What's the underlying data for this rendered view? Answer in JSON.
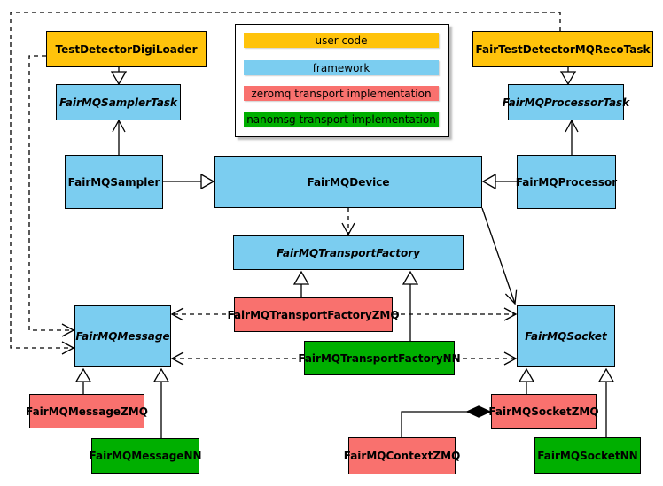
{
  "legend": {
    "items": [
      {
        "label": "user code",
        "color": "#FFC30B"
      },
      {
        "label": "framework",
        "color": "#7BCDF0"
      },
      {
        "label": "zeromq transport implementation",
        "color": "#F9716E"
      },
      {
        "label": "nanomsg transport implementation",
        "color": "#00AF00"
      }
    ]
  },
  "colors": {
    "user_code": "#FFC30B",
    "framework": "#7BCDF0",
    "zeromq": "#F9716E",
    "nanomsg": "#00AF00",
    "border": "#000000",
    "background": "#FFFFFF"
  },
  "nodes": {
    "testDetectorDigiLoader": {
      "label": "TestDetectorDigiLoader",
      "category": "user code",
      "abstract": false
    },
    "fairTestDetectorMQRecoTask": {
      "label": "FairTestDetectorMQRecoTask",
      "category": "user code",
      "abstract": false
    },
    "fairMQSamplerTask": {
      "label": "FairMQSamplerTask",
      "category": "framework",
      "abstract": true
    },
    "fairMQProcessorTask": {
      "label": "FairMQProcessorTask",
      "category": "framework",
      "abstract": true
    },
    "fairMQSampler": {
      "label": "FairMQSampler",
      "category": "framework",
      "abstract": false
    },
    "fairMQDevice": {
      "label": "FairMQDevice",
      "category": "framework",
      "abstract": false
    },
    "fairMQProcessor": {
      "label": "FairMQProcessor",
      "category": "framework",
      "abstract": false
    },
    "fairMQTransportFactory": {
      "label": "FairMQTransportFactory",
      "category": "framework",
      "abstract": true
    },
    "fairMQTransportFactoryZMQ": {
      "label": "FairMQTransportFactoryZMQ",
      "category": "zeromq transport implementation",
      "abstract": false
    },
    "fairMQTransportFactoryNN": {
      "label": "FairMQTransportFactoryNN",
      "category": "nanomsg transport implementation",
      "abstract": false
    },
    "fairMQMessage": {
      "label": "FairMQMessage",
      "category": "framework",
      "abstract": true
    },
    "fairMQSocket": {
      "label": "FairMQSocket",
      "category": "framework",
      "abstract": true
    },
    "fairMQMessageZMQ": {
      "label": "FairMQMessageZMQ",
      "category": "zeromq transport implementation",
      "abstract": false
    },
    "fairMQMessageNN": {
      "label": "FairMQMessageNN",
      "category": "nanomsg transport implementation",
      "abstract": false
    },
    "fairMQContextZMQ": {
      "label": "FairMQContextZMQ",
      "category": "zeromq transport implementation",
      "abstract": false
    },
    "fairMQSocketZMQ": {
      "label": "FairMQSocketZMQ",
      "category": "zeromq transport implementation",
      "abstract": false
    },
    "fairMQSocketNN": {
      "label": "FairMQSocketNN",
      "category": "nanomsg transport implementation",
      "abstract": false
    }
  },
  "relations": [
    {
      "from": "TestDetectorDigiLoader",
      "to": "FairMQSamplerTask",
      "type": "generalization"
    },
    {
      "from": "FairTestDetectorMQRecoTask",
      "to": "FairMQProcessorTask",
      "type": "generalization"
    },
    {
      "from": "FairMQSampler",
      "to": "FairMQDevice",
      "type": "generalization"
    },
    {
      "from": "FairMQProcessor",
      "to": "FairMQDevice",
      "type": "generalization"
    },
    {
      "from": "FairMQSampler",
      "to": "FairMQSamplerTask",
      "type": "association"
    },
    {
      "from": "FairMQProcessor",
      "to": "FairMQProcessorTask",
      "type": "association"
    },
    {
      "from": "FairMQDevice",
      "to": "FairMQTransportFactory",
      "type": "dependency"
    },
    {
      "from": "FairMQDevice",
      "to": "FairMQSocket",
      "type": "association"
    },
    {
      "from": "FairMQTransportFactoryZMQ",
      "to": "FairMQTransportFactory",
      "type": "generalization"
    },
    {
      "from": "FairMQTransportFactoryNN",
      "to": "FairMQTransportFactory",
      "type": "generalization"
    },
    {
      "from": "FairMQTransportFactoryZMQ",
      "to": "FairMQMessage",
      "type": "dependency"
    },
    {
      "from": "FairMQTransportFactoryZMQ",
      "to": "FairMQSocket",
      "type": "dependency"
    },
    {
      "from": "FairMQTransportFactoryNN",
      "to": "FairMQMessage",
      "type": "dependency"
    },
    {
      "from": "FairMQTransportFactoryNN",
      "to": "FairMQSocket",
      "type": "dependency"
    },
    {
      "from": "TestDetectorDigiLoader",
      "to": "FairMQMessage",
      "type": "dependency"
    },
    {
      "from": "FairTestDetectorMQRecoTask",
      "to": "FairMQMessage",
      "type": "dependency"
    },
    {
      "from": "FairMQMessageZMQ",
      "to": "FairMQMessage",
      "type": "generalization"
    },
    {
      "from": "FairMQMessageNN",
      "to": "FairMQMessage",
      "type": "generalization"
    },
    {
      "from": "FairMQSocketZMQ",
      "to": "FairMQSocket",
      "type": "generalization"
    },
    {
      "from": "FairMQSocketNN",
      "to": "FairMQSocket",
      "type": "generalization"
    },
    {
      "from": "FairMQContextZMQ",
      "to": "FairMQSocketZMQ",
      "type": "composition"
    }
  ]
}
